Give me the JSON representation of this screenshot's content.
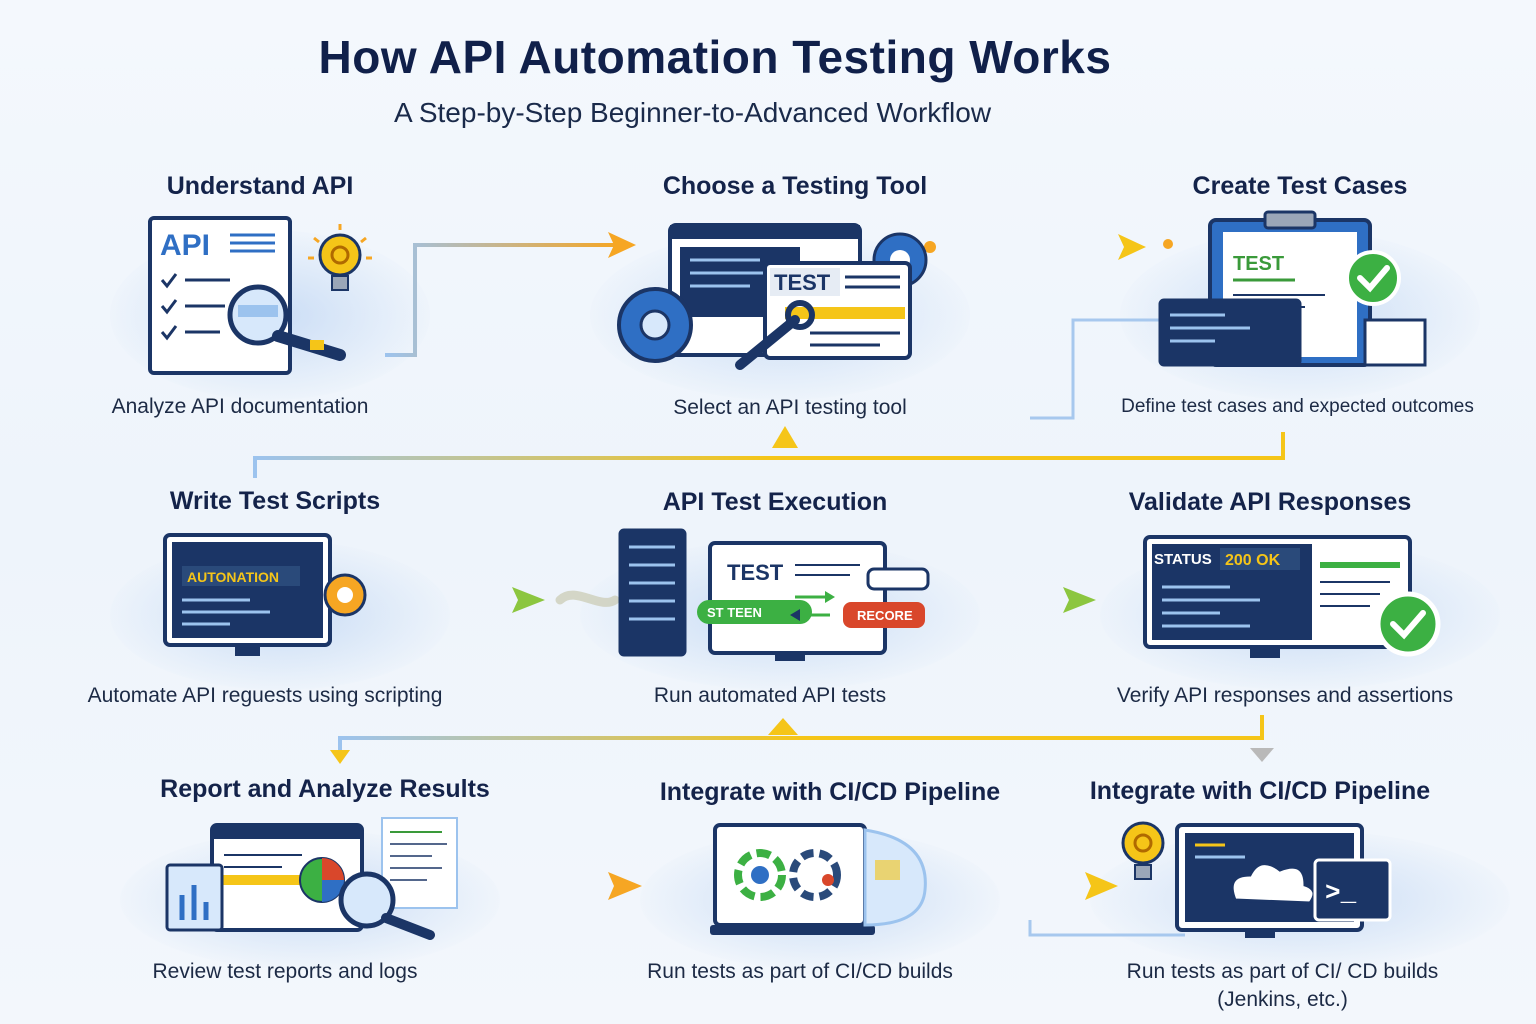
{
  "title": "How API Automation Testing Works",
  "subtitle": "A Step-by-Step Beginner-to-Advanced Workflow",
  "steps": [
    {
      "title": "Understand API",
      "desc": "Analyze API documentation",
      "badge": "API"
    },
    {
      "title": "Choose a Testing Tool",
      "desc": "Select an API testing tool",
      "badge": "TEST"
    },
    {
      "title": "Create Test Cases",
      "desc": "Define test cases and expected outcomes",
      "badge": "TEST"
    },
    {
      "title": "Write Test Scripts",
      "desc": "Automate API reguests using scripting",
      "badge": "AUTONATION"
    },
    {
      "title": "API Test Execution",
      "desc": "Run automated API tests",
      "badge": "TEST",
      "pill_left": "ST TEEN",
      "pill_right": "RECORE"
    },
    {
      "title": "Validate API Responses",
      "desc": "Verify API responses and assertions",
      "badge_status": "STATUS",
      "badge_code": "200 OK"
    },
    {
      "title": "Report and Analyze Results",
      "desc": "Review test reports and logs"
    },
    {
      "title": "Integrate with CI/CD Pipeline",
      "desc": "Run tests as part of CI/CD builds"
    },
    {
      "title": "Integrate with CI/CD Pipeline",
      "desc": "Run tests as part of CI/ CD builds",
      "desc2": "(Jenkins, etc.)",
      "terminal": ">_"
    }
  ],
  "colors": {
    "navy": "#1b3566",
    "blue": "#2f6fc4",
    "arrow_orange": "#f6a623",
    "arrow_yellow": "#f5c518",
    "arrow_green": "#8cc63f",
    "check_green": "#3cb043"
  }
}
